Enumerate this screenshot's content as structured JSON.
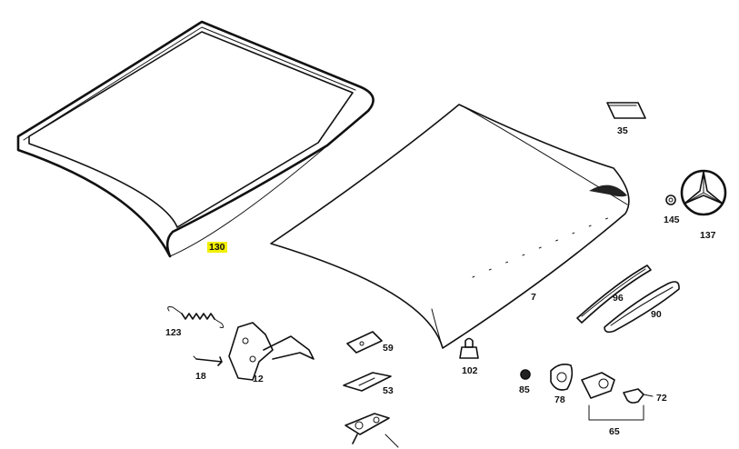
{
  "labels": {
    "p130": "130",
    "p35": "35",
    "p145": "145",
    "p137": "137",
    "p7": "7",
    "p96": "96",
    "p90": "90",
    "p123": "123",
    "p18": "18",
    "p12": "12",
    "p59": "59",
    "p53": "53",
    "p102": "102",
    "p85": "85",
    "p78": "78",
    "p72": "72",
    "p65": "65"
  },
  "highlight": {
    "part": "130",
    "color": "#f2f000"
  }
}
